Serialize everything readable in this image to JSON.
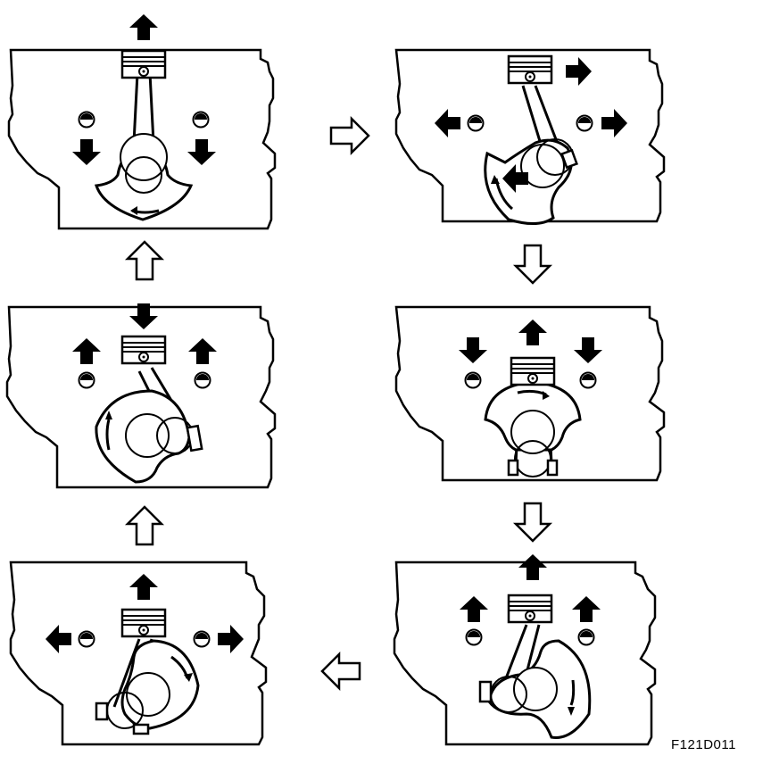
{
  "figure": {
    "code": "F121D011"
  },
  "colors": {
    "ink": "#000000",
    "paper": "#ffffff"
  },
  "panels": [
    {
      "id": "top-left",
      "crank_angle": "top-dead-center",
      "piston_force": "up",
      "balancer_left": "down",
      "balancer_right": "down"
    },
    {
      "id": "top-right",
      "crank_angle": "90-degrees",
      "piston_force": "right",
      "balancer_left": "left",
      "balancer_right": "right"
    },
    {
      "id": "middle-right",
      "crank_angle": "bottom-dead-center",
      "piston_force": "up",
      "balancer_left": "down",
      "balancer_right": "down"
    },
    {
      "id": "bottom-right",
      "crank_angle": "225-degrees",
      "piston_force": "up",
      "balancer_left": "up",
      "balancer_right": "up"
    },
    {
      "id": "bottom-left",
      "crank_angle": "270-degrees",
      "piston_force": "up",
      "balancer_left": "left",
      "balancer_right": "right"
    },
    {
      "id": "middle-left",
      "crank_angle": "315-degrees",
      "piston_force": "down",
      "balancer_left": "up",
      "balancer_right": "up"
    }
  ],
  "sequence_arrows": [
    {
      "from": "top-left",
      "to": "top-right",
      "direction": "right"
    },
    {
      "from": "top-right",
      "to": "middle-right",
      "direction": "down"
    },
    {
      "from": "middle-right",
      "to": "bottom-right",
      "direction": "down"
    },
    {
      "from": "bottom-right",
      "to": "bottom-left",
      "direction": "left"
    },
    {
      "from": "bottom-left",
      "to": "middle-left",
      "direction": "up"
    },
    {
      "from": "middle-left",
      "to": "top-left",
      "direction": "up"
    }
  ]
}
